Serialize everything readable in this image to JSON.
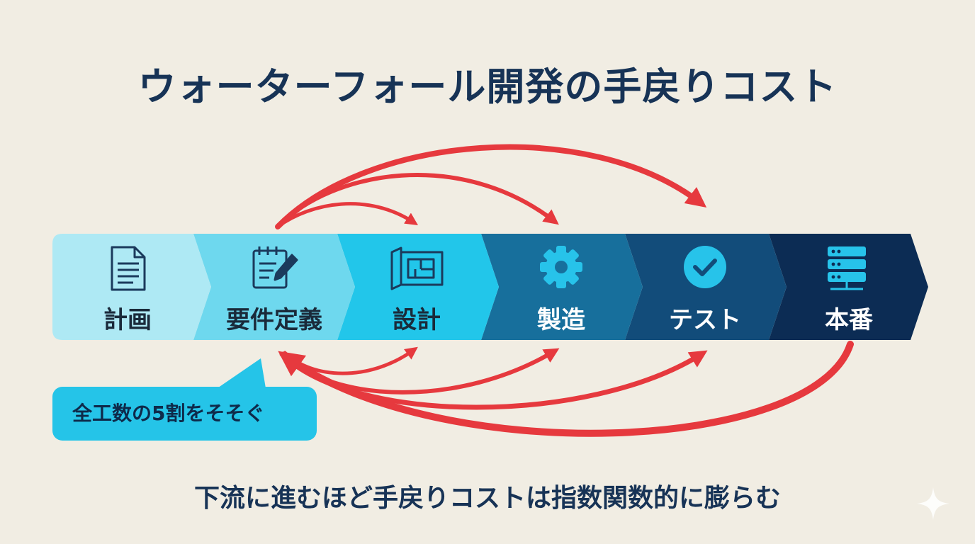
{
  "title": "ウォーターフォール開発の手戻りコスト",
  "stages": [
    {
      "label": "計画",
      "icon": "document-icon"
    },
    {
      "label": "要件定義",
      "icon": "notepad-pencil-icon"
    },
    {
      "label": "設計",
      "icon": "blueprint-icon"
    },
    {
      "label": "製造",
      "icon": "gear-icon"
    },
    {
      "label": "テスト",
      "icon": "check-circle-icon"
    },
    {
      "label": "本番",
      "icon": "server-icon"
    }
  ],
  "colors": {
    "background": "#f1ede3",
    "title_text": "#173356",
    "arrow_red": "#e6393e",
    "stage_fills": [
      "#aee9f4",
      "#6ed8ee",
      "#22c6ea",
      "#176f9c",
      "#124c7a",
      "#0c2c54"
    ],
    "stage_text": [
      "#1a2a3a",
      "#1a2a3a",
      "#1a2a3a",
      "#ffffff",
      "#ffffff",
      "#ffffff"
    ],
    "callout_fill": "#25c4e8"
  },
  "callout": {
    "text": "全工数の5割をそそぐ"
  },
  "subtitle": "下流に進むほど手戻りコストは指数関数的に膨らむ"
}
